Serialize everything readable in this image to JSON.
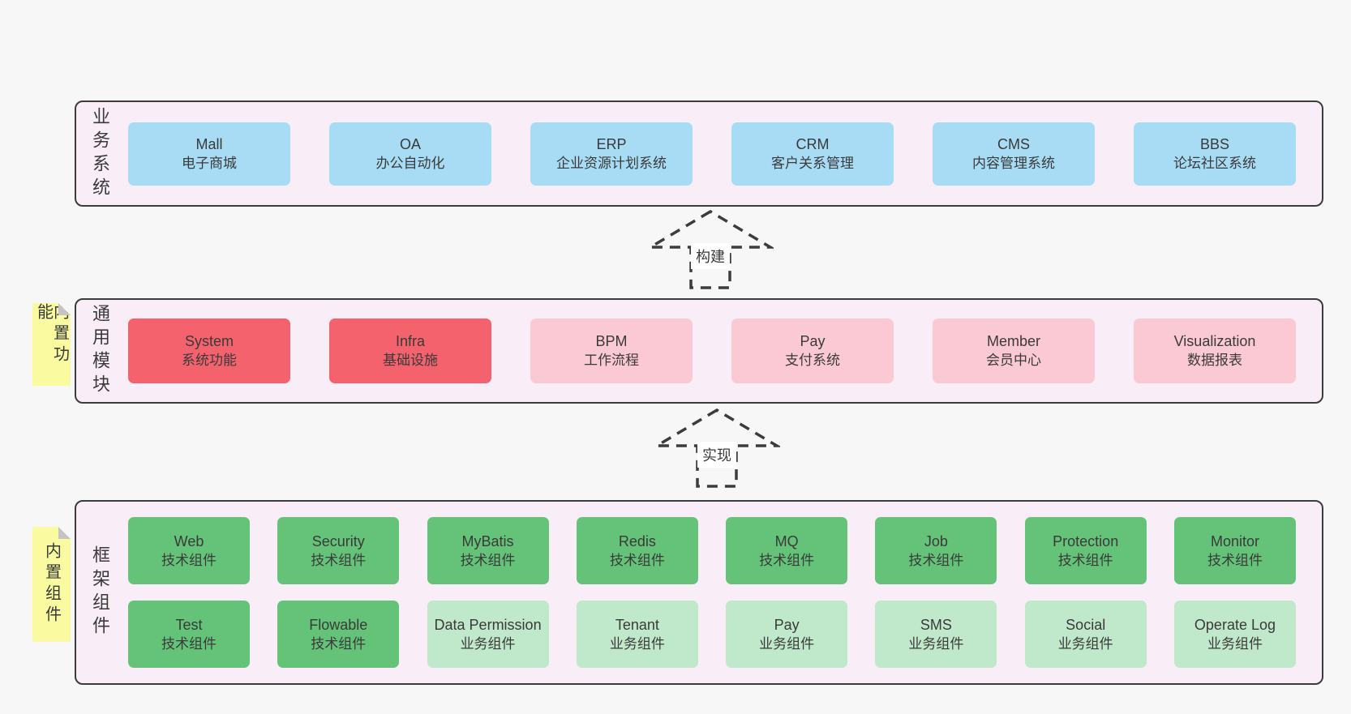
{
  "colors": {
    "page_bg": "#f7f7f7",
    "layer_bg": "#f9eef8",
    "layer_border": "#3c3c3c",
    "box_blue": "#a8dcf5",
    "box_red": "#f4626e",
    "box_pink": "#fbc9d3",
    "box_green": "#64c379",
    "box_lightgreen": "#c0e8ca",
    "sticky_yellow": "#fafaa0",
    "sticky_fold": "#c4c4c4",
    "text": "#3a3a3a",
    "label_bg": "#ffffff"
  },
  "arrows": [
    {
      "label": "构建"
    },
    {
      "label": "实现"
    }
  ],
  "layers": [
    {
      "label": "业务系统",
      "boxes": [
        {
          "title": "Mall",
          "subtitle": "电子商城",
          "type": "blue"
        },
        {
          "title": "OA",
          "subtitle": "办公自动化",
          "type": "blue"
        },
        {
          "title": "ERP",
          "subtitle": "企业资源计划系统",
          "type": "blue"
        },
        {
          "title": "CRM",
          "subtitle": "客户关系管理",
          "type": "blue"
        },
        {
          "title": "CMS",
          "subtitle": "内容管理系统",
          "type": "blue"
        },
        {
          "title": "BBS",
          "subtitle": "论坛社区系统",
          "type": "blue"
        }
      ]
    },
    {
      "label": "通用模块",
      "sticky": "内置功能",
      "boxes": [
        {
          "title": "System",
          "subtitle": "系统功能",
          "type": "red"
        },
        {
          "title": "Infra",
          "subtitle": "基础设施",
          "type": "red"
        },
        {
          "title": "BPM",
          "subtitle": "工作流程",
          "type": "pink"
        },
        {
          "title": "Pay",
          "subtitle": "支付系统",
          "type": "pink"
        },
        {
          "title": "Member",
          "subtitle": "会员中心",
          "type": "pink"
        },
        {
          "title": "Visualization",
          "subtitle": "数据报表",
          "type": "pink"
        }
      ]
    },
    {
      "label": "框架组件",
      "sticky": "内置组件",
      "rows": [
        [
          {
            "title": "Web",
            "subtitle": "技术组件",
            "type": "green"
          },
          {
            "title": "Security",
            "subtitle": "技术组件",
            "type": "green"
          },
          {
            "title": "MyBatis",
            "subtitle": "技术组件",
            "type": "green"
          },
          {
            "title": "Redis",
            "subtitle": "技术组件",
            "type": "green"
          },
          {
            "title": "MQ",
            "subtitle": "技术组件",
            "type": "green"
          },
          {
            "title": "Job",
            "subtitle": "技术组件",
            "type": "green"
          },
          {
            "title": "Protection",
            "subtitle": "技术组件",
            "type": "green"
          },
          {
            "title": "Monitor",
            "subtitle": "技术组件",
            "type": "green"
          }
        ],
        [
          {
            "title": "Test",
            "subtitle": "技术组件",
            "type": "green"
          },
          {
            "title": "Flowable",
            "subtitle": "技术组件",
            "type": "green"
          },
          {
            "title": "Data Permission",
            "subtitle": "业务组件",
            "type": "lightgreen"
          },
          {
            "title": "Tenant",
            "subtitle": "业务组件",
            "type": "lightgreen"
          },
          {
            "title": "Pay",
            "subtitle": "业务组件",
            "type": "lightgreen"
          },
          {
            "title": "SMS",
            "subtitle": "业务组件",
            "type": "lightgreen"
          },
          {
            "title": "Social",
            "subtitle": "业务组件",
            "type": "lightgreen"
          },
          {
            "title": "Operate Log",
            "subtitle": "业务组件",
            "type": "lightgreen"
          }
        ]
      ]
    }
  ]
}
